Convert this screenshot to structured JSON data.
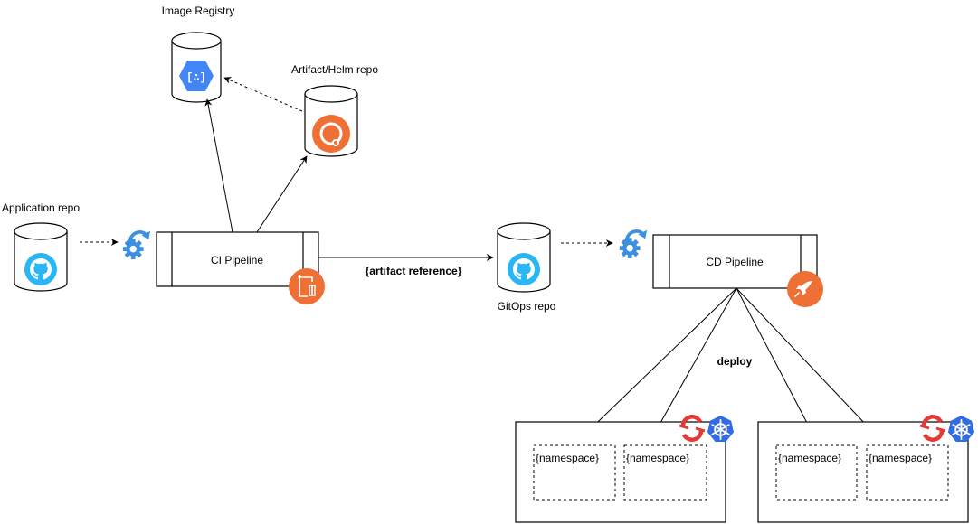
{
  "labels": {
    "image_registry": "Image Registry",
    "artifact_repo": "Artifact/Helm repo",
    "application_repo": "Application repo",
    "ci_pipeline": "CI Pipeline",
    "artifact_reference": "{artifact reference}",
    "gitops_repo": "GitOps repo",
    "cd_pipeline": "CD Pipeline",
    "deploy": "deploy"
  },
  "clusters": [
    {
      "namespaces": [
        "{namespace}",
        "{namespace}"
      ]
    },
    {
      "namespaces": [
        "{namespace}",
        "{namespace}"
      ]
    }
  ],
  "colors": {
    "github_blue": "#29b6f6",
    "gcp_blue": "#4285f4",
    "orange": "#ee7034",
    "openshift_red": "#e53935",
    "k8s_blue": "#326ce5",
    "trigger_blue": "#3d8fe0"
  },
  "icons": {
    "registry": "container-registry-icon",
    "artifact": "artifact-repo-icon",
    "github": "github-icon",
    "trigger": "gear-trigger-icon",
    "ci": "pipeline-flow-icon",
    "cd": "rocket-icon",
    "openshift": "openshift-icon",
    "kubernetes": "kubernetes-icon"
  }
}
